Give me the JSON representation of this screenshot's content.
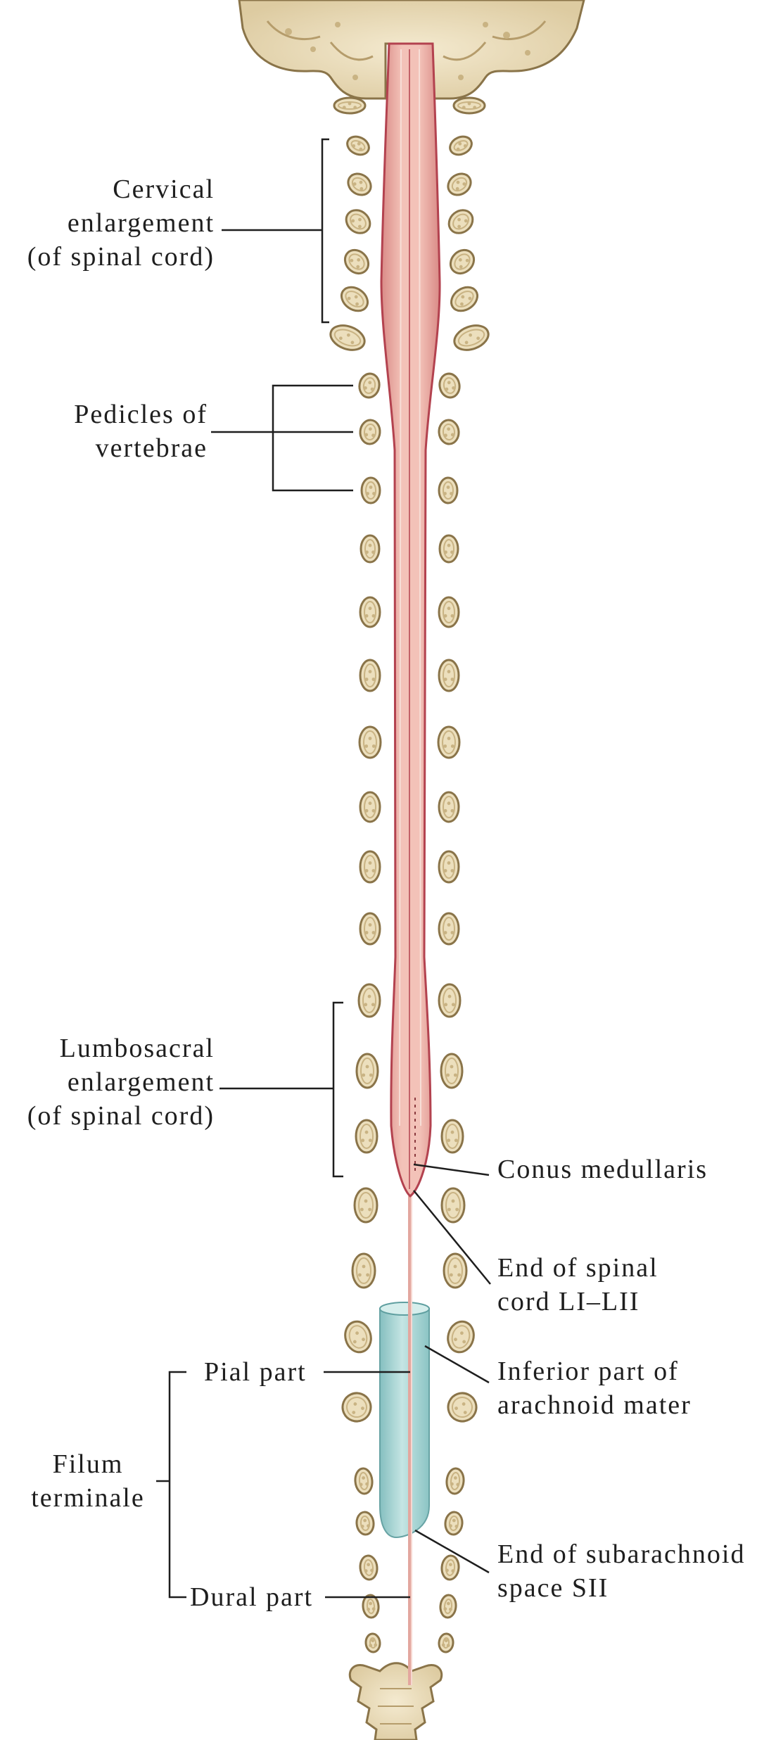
{
  "labels": {
    "cervical": [
      "Cervical",
      "enlargement",
      "(of spinal cord)"
    ],
    "pedicles": [
      "Pedicles of",
      "vertebrae"
    ],
    "lumbosacral": [
      "Lumbosacral",
      "enlargement",
      "(of spinal cord)"
    ],
    "conus": "Conus medullaris",
    "end_cord": [
      "End of spinal",
      "cord LI–LII"
    ],
    "arachnoid": [
      "Inferior part of",
      "arachnoid mater"
    ],
    "subarachnoid": [
      "End of subarachnoid",
      "space SII"
    ],
    "pial": "Pial part",
    "filum": [
      "Filum",
      "terminale"
    ],
    "dural": "Dural part"
  },
  "colors": {
    "bone": "#ecdfbd",
    "bone_outline": "#8a7449",
    "spongy": "#c9b383",
    "cord": "#e9a8a0",
    "cord_outline": "#b3424f",
    "arachnoid_sac": "#9ed2d2",
    "leader_line": "#1e1e1e"
  }
}
